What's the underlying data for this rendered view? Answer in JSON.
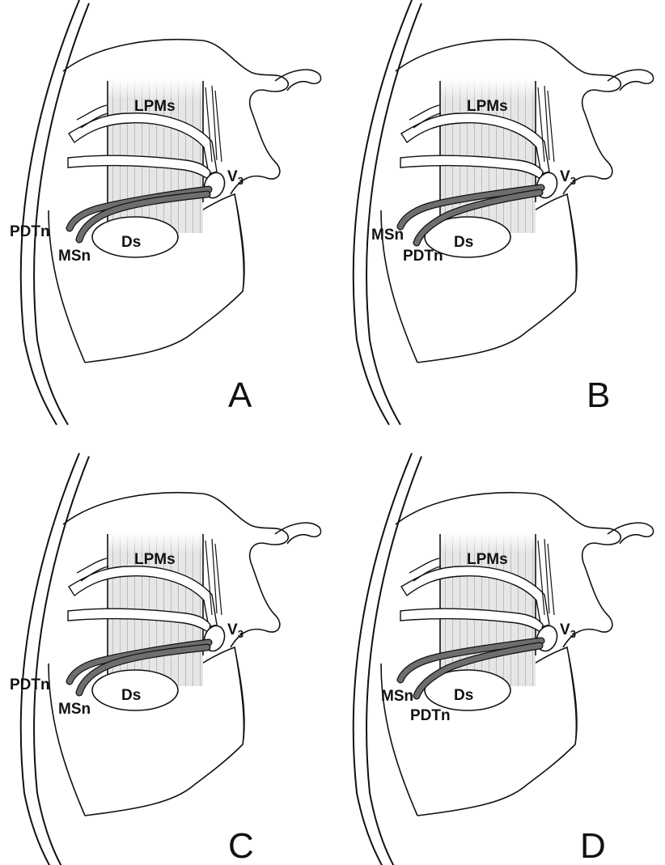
{
  "panels": [
    {
      "letter": "A",
      "labels": {
        "muscle": "LPMs",
        "disc": "Ds",
        "v3": "V",
        "v3_sub": "3",
        "upper_nerve": "PDTn",
        "lower_nerve": "MSn"
      }
    },
    {
      "letter": "B",
      "labels": {
        "muscle": "LPMs",
        "disc": "Ds",
        "v3": "V",
        "v3_sub": "3",
        "upper_nerve": "MSn",
        "lower_nerve": "PDTn"
      }
    },
    {
      "letter": "C",
      "labels": {
        "muscle": "LPMs",
        "disc": "Ds",
        "v3": "V",
        "v3_sub": "3",
        "upper_nerve": "PDTn",
        "lower_nerve": "MSn"
      }
    },
    {
      "letter": "D",
      "labels": {
        "muscle": "LPMs",
        "disc": "Ds",
        "v3": "V",
        "v3_sub": "3",
        "upper_nerve": "MSn",
        "lower_nerve": "PDTn"
      }
    }
  ],
  "colors": {
    "outline": "#111111",
    "muscle_fill": "#e6e6e6",
    "muscle_stripe": "#bdbdbd",
    "nerve_fill": "#6e6e6e",
    "vessel_fill": "#ffffff"
  }
}
